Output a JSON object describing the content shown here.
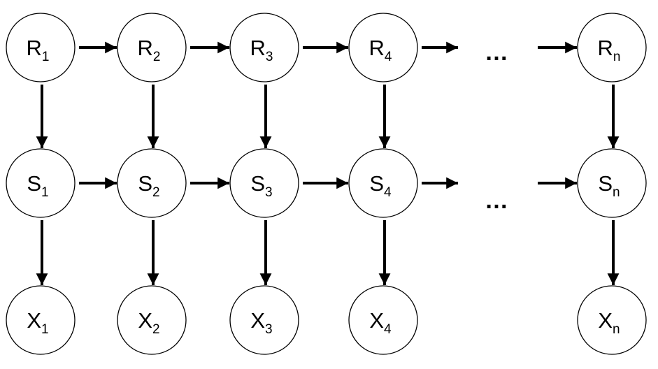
{
  "rows": [
    {
      "letter": "R",
      "nodes": [
        {
          "id": "R1",
          "sub": "1"
        },
        {
          "id": "R2",
          "sub": "2"
        },
        {
          "id": "R3",
          "sub": "3"
        },
        {
          "id": "R4",
          "sub": "4"
        },
        {
          "id": "Rn",
          "sub": "n"
        }
      ]
    },
    {
      "letter": "S",
      "nodes": [
        {
          "id": "S1",
          "sub": "1"
        },
        {
          "id": "S2",
          "sub": "2"
        },
        {
          "id": "S3",
          "sub": "3"
        },
        {
          "id": "S4",
          "sub": "4"
        },
        {
          "id": "Sn",
          "sub": "n"
        }
      ]
    },
    {
      "letter": "X",
      "nodes": [
        {
          "id": "X1",
          "sub": "1"
        },
        {
          "id": "X2",
          "sub": "2"
        },
        {
          "id": "X3",
          "sub": "3"
        },
        {
          "id": "X4",
          "sub": "4"
        },
        {
          "id": "Xn",
          "sub": "n"
        }
      ]
    }
  ],
  "edges": [
    [
      "R1",
      "R2"
    ],
    [
      "R2",
      "R3"
    ],
    [
      "R3",
      "R4"
    ],
    [
      "R4",
      "ellipsis-R"
    ],
    [
      "ellipsis-R",
      "Rn"
    ],
    [
      "S1",
      "S2"
    ],
    [
      "S2",
      "S3"
    ],
    [
      "S3",
      "S4"
    ],
    [
      "S4",
      "ellipsis-S"
    ],
    [
      "ellipsis-S",
      "Sn"
    ],
    [
      "R1",
      "S1"
    ],
    [
      "R2",
      "S2"
    ],
    [
      "R3",
      "S3"
    ],
    [
      "R4",
      "S4"
    ],
    [
      "Rn",
      "Sn"
    ],
    [
      "S1",
      "X1"
    ],
    [
      "S2",
      "X2"
    ],
    [
      "S3",
      "X3"
    ],
    [
      "S4",
      "X4"
    ],
    [
      "Sn",
      "Xn"
    ]
  ],
  "ellipsis_text": "…",
  "colors": {
    "stroke": "#000000",
    "fill": "#ffffff"
  }
}
